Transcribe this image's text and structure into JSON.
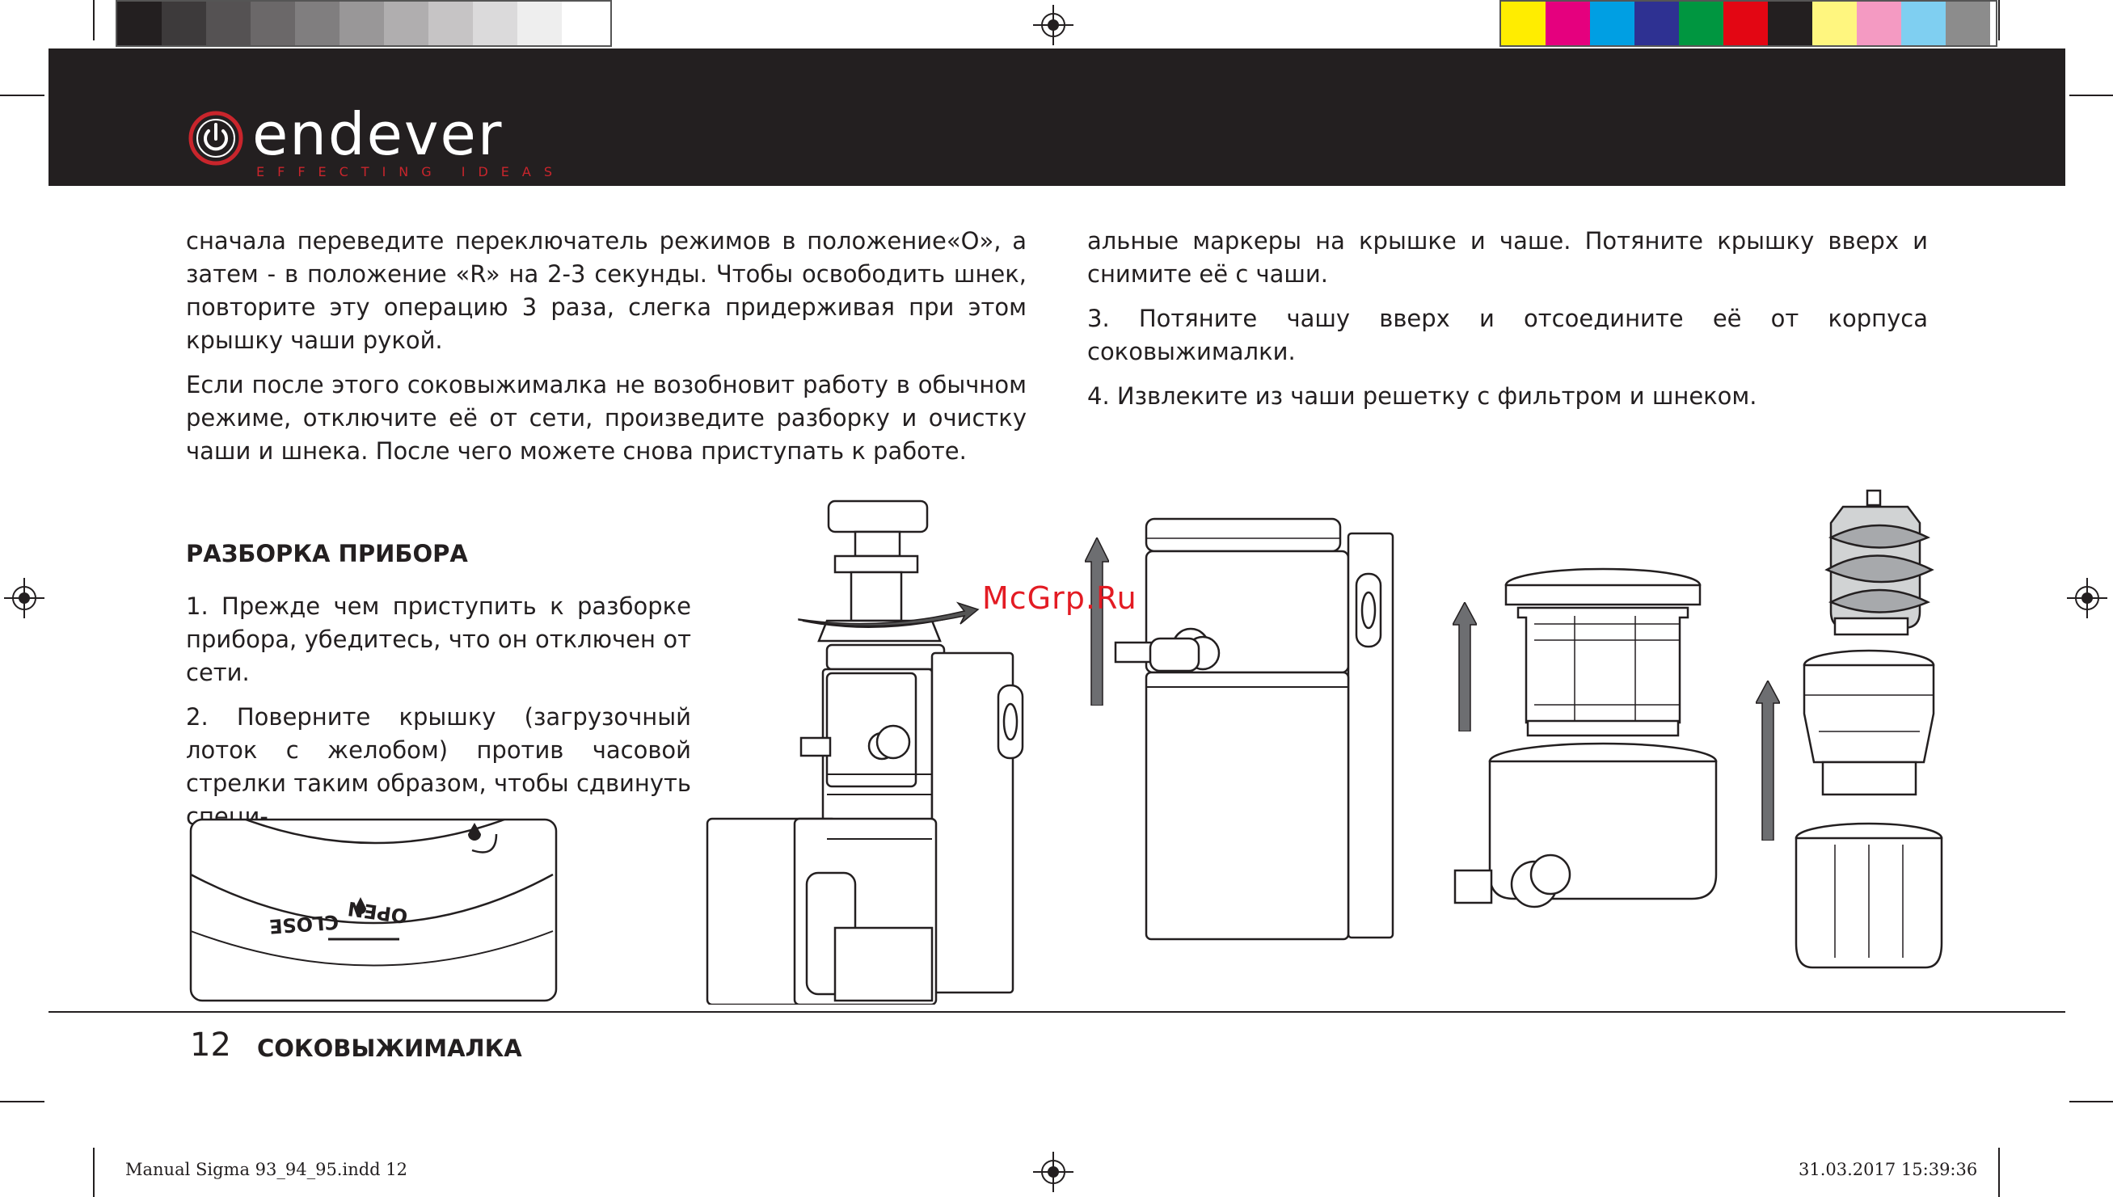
{
  "print_marks": {
    "gray_swatches": [
      "#231f20",
      "#3d3a3b",
      "#555253",
      "#6b6869",
      "#807e7f",
      "#999798",
      "#b0aeaf",
      "#c6c4c5",
      "#dbdadb",
      "#eeeeee",
      "#ffffff"
    ],
    "color_swatches": [
      "#ffed00",
      "#e5007e",
      "#009fe3",
      "#2e3192",
      "#009640",
      "#e30613",
      "#231f20",
      "#fff67f",
      "#f49ac2",
      "#7fcff1",
      "#8c8c8c"
    ]
  },
  "brand": {
    "name": "endever",
    "tagline": "EFFECTING IDEAS",
    "accent_color": "#c9252c"
  },
  "left_column": {
    "paragraph1": "сначала переведите переключатель режимов в положение«O», а затем - в положение «R» на 2-3 секунды. Чтобы освободить шнек, повторите эту операцию 3 раза, слегка придерживая при этом крышку чаши рукой.",
    "paragraph2": "Если после этого соковыжималка не возобновит работу в обычном режиме, отключите её от сети, произведите разборку и очистку чаши и шнека. После чего можете снова приступать к работе."
  },
  "right_column": {
    "paragraph1": "альные маркеры на крышке и чаше. Потяните крышку вверх и снимите её с чаши.",
    "paragraph2": "3. Потяните чашу вверх и отсоедините её от корпуса соковыжималки.",
    "paragraph3": "4. Извлеките из чаши решетку с фильтром и шнеком."
  },
  "section": {
    "title": "РАЗБОРКА ПРИБОРА",
    "step1": "1. Прежде чем приступить к разборке прибора, убедитесь, что он отключен от сети.",
    "step2": "2. Поверните крышку (загрузочный лоток с желобом) против часовой стрелки таким образом, чтобы сдвинуть специ-"
  },
  "lid_diagram": {
    "label_open": "OPEN",
    "label_close": "CLOSE"
  },
  "watermark": "McGrp.Ru",
  "footer": {
    "page_number": "12",
    "title": "СОКОВЫЖИМАЛКА",
    "file_name": "Manual Sigma 93_94_95.indd   12",
    "timestamp": "31.03.2017   15:39:36"
  }
}
